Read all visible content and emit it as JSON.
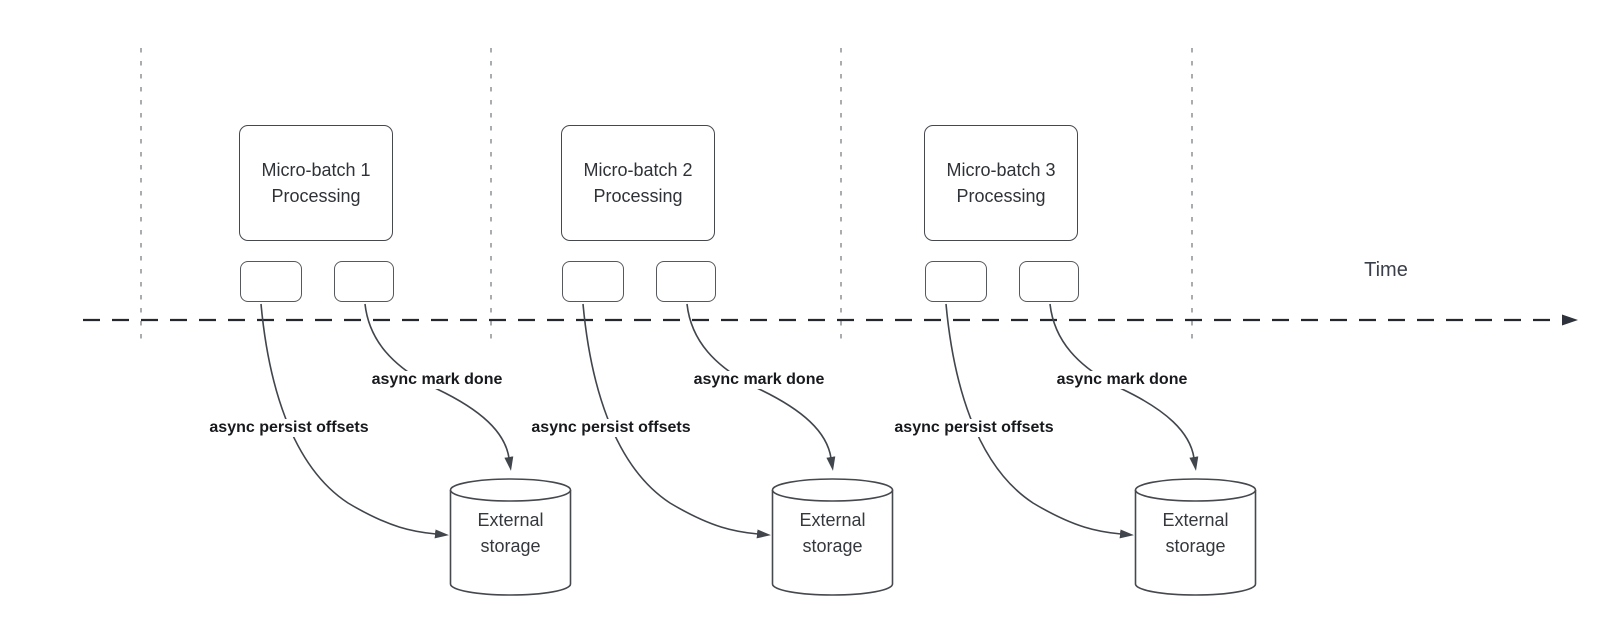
{
  "diagram": {
    "time_label": "Time",
    "groups": [
      {
        "title_line1": "Micro-batch 1",
        "title_line2": "Processing",
        "persist_label": "async persist offsets",
        "done_label": "async mark done",
        "storage_line1": "External",
        "storage_line2": "storage"
      },
      {
        "title_line1": "Micro-batch 2",
        "title_line2": "Processing",
        "persist_label": "async persist offsets",
        "done_label": "async mark done",
        "storage_line1": "External",
        "storage_line2": "storage"
      },
      {
        "title_line1": "Micro-batch 3",
        "title_line2": "Processing",
        "persist_label": "async persist offsets",
        "done_label": "async mark done",
        "storage_line1": "External",
        "storage_line2": "storage"
      }
    ],
    "colors": {
      "box_stroke": "#45484d",
      "axis_stroke": "#24272e",
      "divider_stroke": "#9b9fa3",
      "arrow_stroke": "#41464c",
      "label_text": "#17191d",
      "body_text": "#2f3237",
      "background": "#ffffff"
    }
  }
}
